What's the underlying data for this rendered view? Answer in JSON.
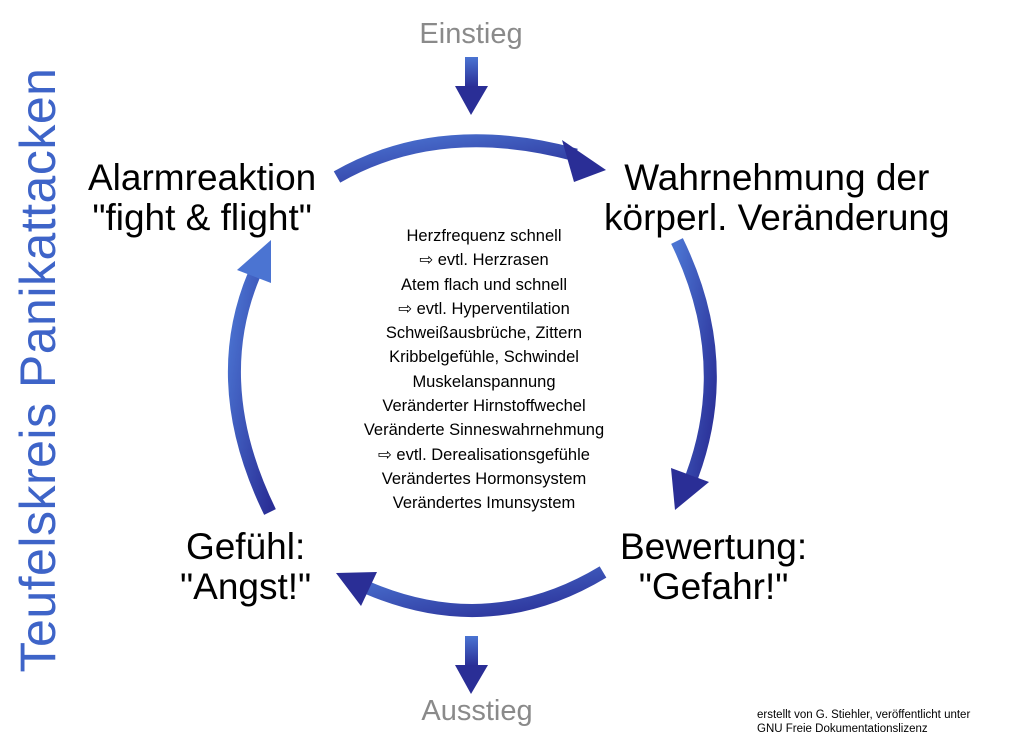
{
  "title": "Teufelskreis Panikattacken",
  "entry_label": "Einstieg",
  "exit_label": "Ausstieg",
  "nodes": {
    "alarm": {
      "line1": "Alarmreaktion",
      "line2": "\"fight & flight\""
    },
    "perception": {
      "line1": "Wahrnehmung der",
      "line2": "körperl. Veränderung"
    },
    "evaluation": {
      "line1": "Bewertung:",
      "line2": "\"Gefahr!\""
    },
    "feeling": {
      "line1": "Gefühl:",
      "line2": "\"Angst!\""
    }
  },
  "symptoms": [
    "Herzfrequenz schnell",
    "⇨ evtl. Herzrasen",
    "Atem flach und schnell",
    "⇨ evtl. Hyperventilation",
    "Schweißausbrüche, Zittern",
    "Kribbelgefühle, Schwindel",
    "Muskelanspannung",
    "Veränderter Hirnstoffwechel",
    "Veränderte Sinneswahrnehmung",
    "⇨ evtl. Derealisationsgefühle",
    "Verändertes Hormonsystem",
    "Verändertes Imunsystem"
  ],
  "credit": {
    "line1": "erstellt von G. Stiehler, veröffentlicht unter",
    "line2": "GNU Freie Dokumentationslizenz"
  },
  "colors": {
    "arrow_dark": "#2a2e96",
    "arrow_light": "#4b74d2",
    "title": "#3e64c8",
    "gray_label": "#8a8a8a"
  }
}
